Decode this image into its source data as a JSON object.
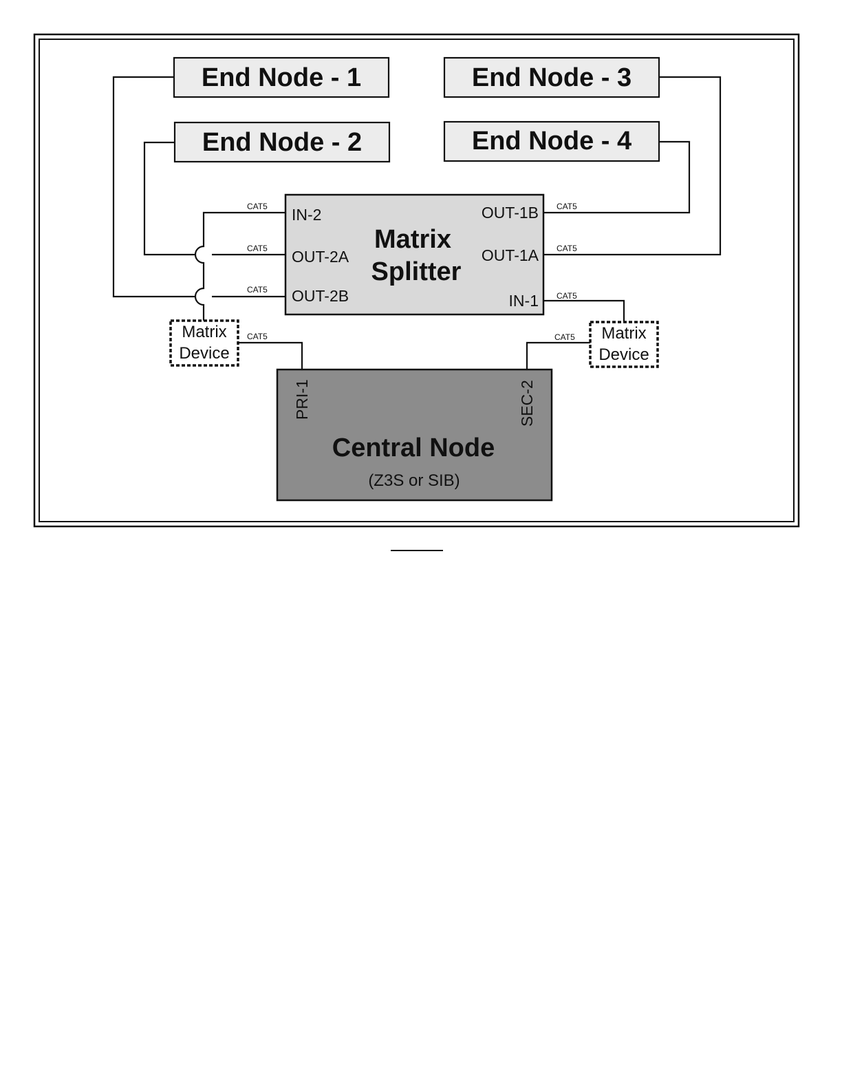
{
  "end_nodes": [
    "End Node - 1",
    "End Node - 2",
    "End Node - 3",
    "End Node - 4"
  ],
  "splitter": {
    "title_line1": "Matrix",
    "title_line2": "Splitter",
    "ports": {
      "in2": "IN-2",
      "out2a": "OUT-2A",
      "out2b": "OUT-2B",
      "out1b": "OUT-1B",
      "out1a": "OUT-1A",
      "in1": "IN-1"
    }
  },
  "cable_label": "CAT5",
  "matrix_device": {
    "line1": "Matrix",
    "line2": "Device"
  },
  "central_node": {
    "title": "Central Node",
    "subtitle": "(Z3S or SIB)",
    "port_pri": "PRI-1",
    "port_sec": "SEC-2"
  },
  "colors": {
    "end_node_fill": "#ececec",
    "splitter_fill": "#d9d9d9",
    "central_fill": "#8c8c8c",
    "line": "#111111"
  }
}
